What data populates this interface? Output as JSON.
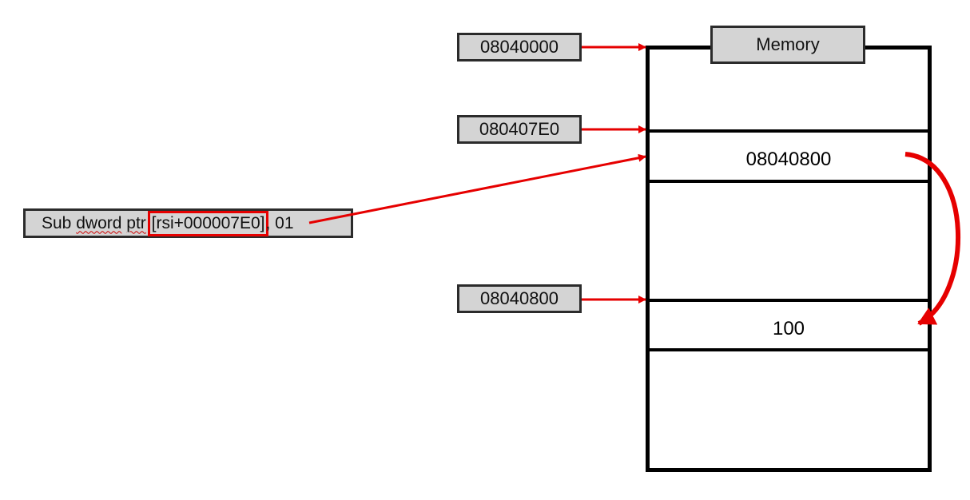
{
  "memory": {
    "title": "Memory",
    "cells": [
      {
        "value": ""
      },
      {
        "value": "08040800"
      },
      {
        "value": ""
      },
      {
        "value": "100"
      },
      {
        "value": ""
      }
    ]
  },
  "addresses": [
    "08040000",
    "080407E0",
    "08040800"
  ],
  "instruction": {
    "prefix": "Sub",
    "word1": "dword",
    "word2": "ptr",
    "operand": "[rsi+000007E0]",
    "suffix": ", 01"
  },
  "colors": {
    "arrow": "#e60000",
    "box_fill": "#d4d4d4",
    "box_border": "#2b2b2b"
  }
}
